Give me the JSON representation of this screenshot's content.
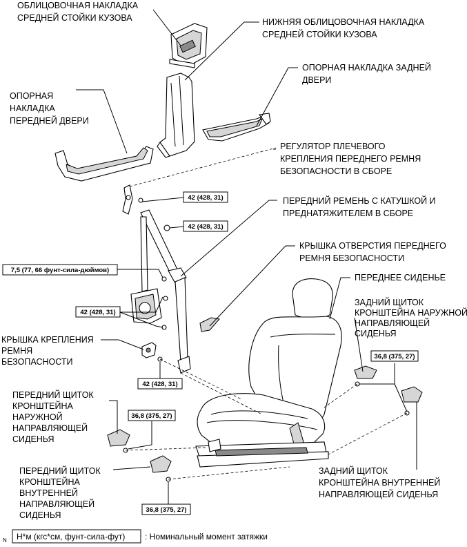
{
  "labels": {
    "center_pillar_garnish": [
      "ОБЛИЦОВОЧНАЯ НАКЛАДКА",
      "СРЕДНЕЙ СТОЙКИ КУЗОВА"
    ],
    "lower_pillar_garnish": [
      "НИЖНЯЯ ОБЛИЦОВОЧНАЯ НАКЛАДКА",
      "СРЕДНЕЙ СТОЙКИ КУЗОВА"
    ],
    "rear_door_scuff": [
      "ОПОРНАЯ НАКЛАДКА ЗАДНЕЙ",
      "ДВЕРИ"
    ],
    "front_door_scuff": [
      "ОПОРНАЯ",
      "НАКЛАДКА",
      "ПЕРЕДНЕЙ ДВЕРИ"
    ],
    "shoulder_adjuster": [
      "РЕГУЛЯТОР ПЛЕЧЕВОГО",
      "КРЕПЛЕНИЯ ПЕРЕДНЕГО РЕМНЯ",
      "БЕЗОПАСНОСТИ В СБОРЕ"
    ],
    "front_belt": [
      "ПЕРЕДНИЙ РЕМЕНЬ С КАТУШКОЙ И",
      "ПРЕДНАТЯЖИТЕЛЕМ В СБОРЕ"
    ],
    "belt_hole_cover": [
      "КРЫШКА ОТВЕРСТИЯ ПЕРЕДНЕГО",
      "РЕМНЯ БЕЗОПАСНОСТИ"
    ],
    "front_seat": [
      "ПЕРЕДНЕЕ СИДЕНЬЕ"
    ],
    "rear_outer_cover": [
      "ЗАДНИЙ ЩИТОК",
      "КРОНШТЕЙНА НАРУЖНОЙ",
      "НАПРАВЛЯЮЩЕЙ",
      "СИДЕНЬЯ"
    ],
    "anchor_cover": [
      "КРЫШКА КРЕПЛЕНИЯ",
      "РЕМНЯ",
      "БЕЗОПАСНОСТИ"
    ],
    "front_outer_cover": [
      "ПЕРЕДНИЙ ЩИТОК",
      "КРОНШТЕЙНА",
      "НАРУЖНОЙ",
      "НАПРАВЛЯЮЩЕЙ",
      "СИДЕНЬЯ"
    ],
    "front_inner_cover": [
      "ПЕРЕДНИЙ ЩИТОК",
      "КРОНШТЕЙНА",
      "ВНУТРЕННЕЙ",
      "НАПРАВЛЯЮЩЕЙ",
      "СИДЕНЬЯ"
    ],
    "rear_inner_cover": [
      "ЗАДНИЙ ЩИТОК",
      "КРОНШТЕЙНА ВНУТРЕННЕЙ",
      "НАПРАВЛЯЮЩЕЙ СИДЕНЬЯ"
    ]
  },
  "torques": {
    "t_adjuster": "42 (428, 31)",
    "t_belt_upper": "42 (428, 31)",
    "t_retractor_small": "7,5 (77, 66 фунт-сила-дюймов)",
    "t_retractor": "42 (428, 31)",
    "t_anchor": "42 (428, 31)",
    "t_rear": "36,8 (375, 27)",
    "t_front_outer": "36,8 (375, 27)",
    "t_front_inner": "36,8 (375, 27)"
  },
  "legend": {
    "marker": "N",
    "box": "Н*м (кгс*см, фунт-сила-фут)",
    "text": ": Номинальный момент затяжки"
  }
}
